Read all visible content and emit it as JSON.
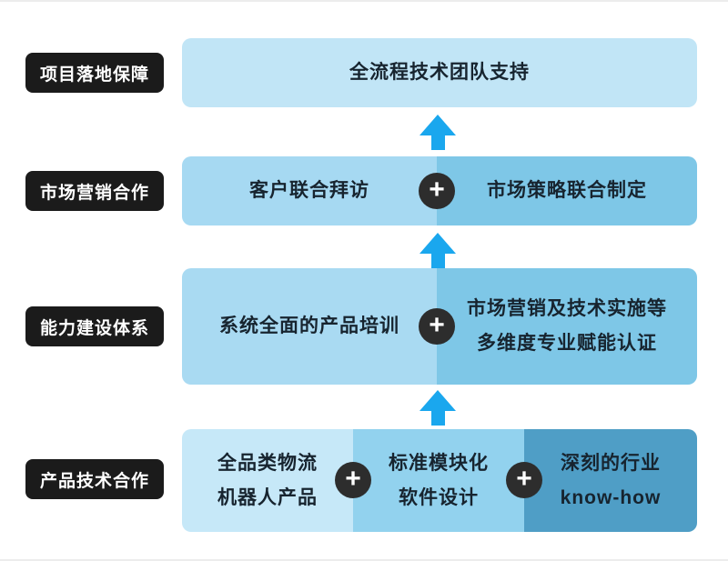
{
  "colors": {
    "page_border": "#ececec",
    "label_bg": "#1b1b1b",
    "label_fg": "#ffffff",
    "text": "#17242f",
    "arrow": "#1aa7ee",
    "plus_bg": "#2d2d2d",
    "plus_fg": "#ffffff"
  },
  "icons": {
    "plus": "+"
  },
  "rows": [
    {
      "id": "project-guarantee",
      "label": "项目落地保障",
      "boxes": [
        {
          "text": "全流程技术团队支持",
          "bg": "#c1e5f6"
        }
      ]
    },
    {
      "id": "marketing-cooperation",
      "label": "市场营销合作",
      "boxes": [
        {
          "text": "客户联合拜访",
          "bg": "#a6d9f2"
        },
        {
          "text": "市场策略联合制定",
          "bg": "#7ec7e7"
        }
      ]
    },
    {
      "id": "capability-building",
      "label": "能力建设体系",
      "boxes": [
        {
          "text": "系统全面的产品培训",
          "bg": "#a9daf2"
        },
        {
          "text": "市场营销及技术实施等\n多维度专业赋能认证",
          "bg": "#7ec7e7"
        }
      ]
    },
    {
      "id": "product-tech-cooperation",
      "label": "产品技术合作",
      "boxes": [
        {
          "text": "全品类物流\n机器人产品",
          "bg": "#c6e8f8"
        },
        {
          "text": "标准模块化\n软件设计",
          "bg": "#92d2ee"
        },
        {
          "text": "深刻的行业\nknow-how",
          "bg": "#4f9ec6"
        }
      ]
    }
  ]
}
